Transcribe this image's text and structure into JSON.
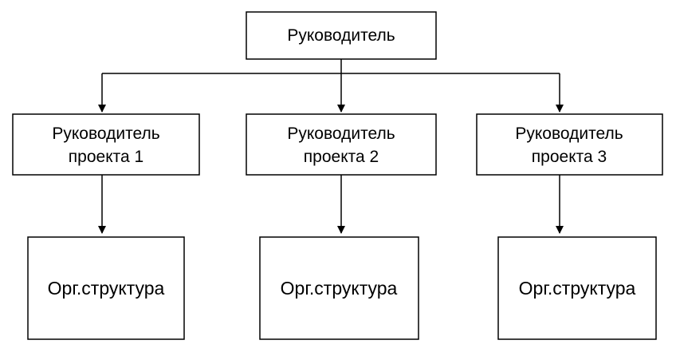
{
  "diagram": {
    "colors": {
      "line": "#000000",
      "box_fill": "#ffffff",
      "text": "#000000"
    },
    "top": {
      "label": "Руководитель"
    },
    "managers": [
      {
        "line1": "Руководитель",
        "line2": "проекта 1"
      },
      {
        "line1": "Руководитель",
        "line2": "проекта 2"
      },
      {
        "line1": "Руководитель",
        "line2": "проекта 3"
      }
    ],
    "structures": [
      {
        "label": "Орг.структура"
      },
      {
        "label": "Орг.структура"
      },
      {
        "label": "Орг.структура"
      }
    ]
  }
}
